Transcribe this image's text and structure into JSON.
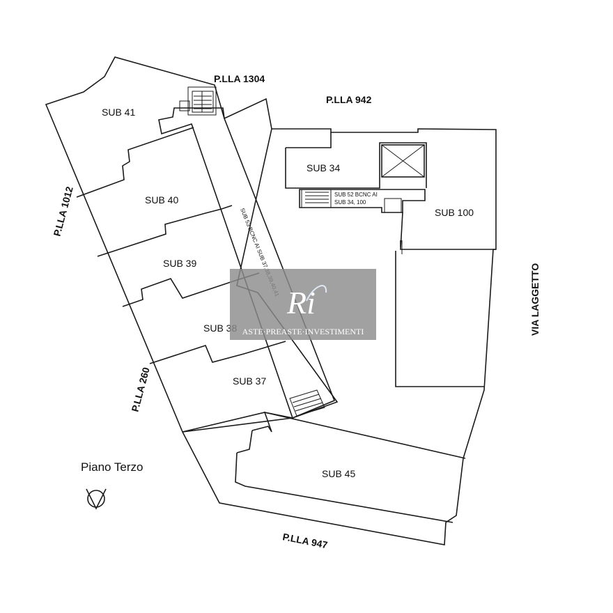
{
  "plan": {
    "floor_label": "Piano Terzo",
    "parcels": {
      "p1304": "P.LLA 1304",
      "p942": "P.LLA 942",
      "p1012": "P.LLA 1012",
      "p260": "P.LLA 260",
      "p947": "P.LLA 947"
    },
    "street": "VIA LAGGETTO",
    "units": {
      "sub41": "SUB 41",
      "sub40": "SUB 40",
      "sub39": "SUB 39",
      "sub38": "SUB 38",
      "sub37": "SUB 37",
      "sub34": "SUB 34",
      "sub100": "SUB 100",
      "sub45": "SUB 45"
    },
    "bcnc_line1": "SUB 52 BCNC AI",
    "bcnc_line2": "SUB 34, 100",
    "corridor_text": "SUB 53 BCNC AI SUB 37,38,39,40,41"
  },
  "watermark": {
    "logo_letters": "Ri",
    "tagline": "ASTE·PREASTE·INVESTIMENTI"
  },
  "colors": {
    "lines": "#1a1a1a",
    "watermark_bg": "#8c8c8c"
  }
}
